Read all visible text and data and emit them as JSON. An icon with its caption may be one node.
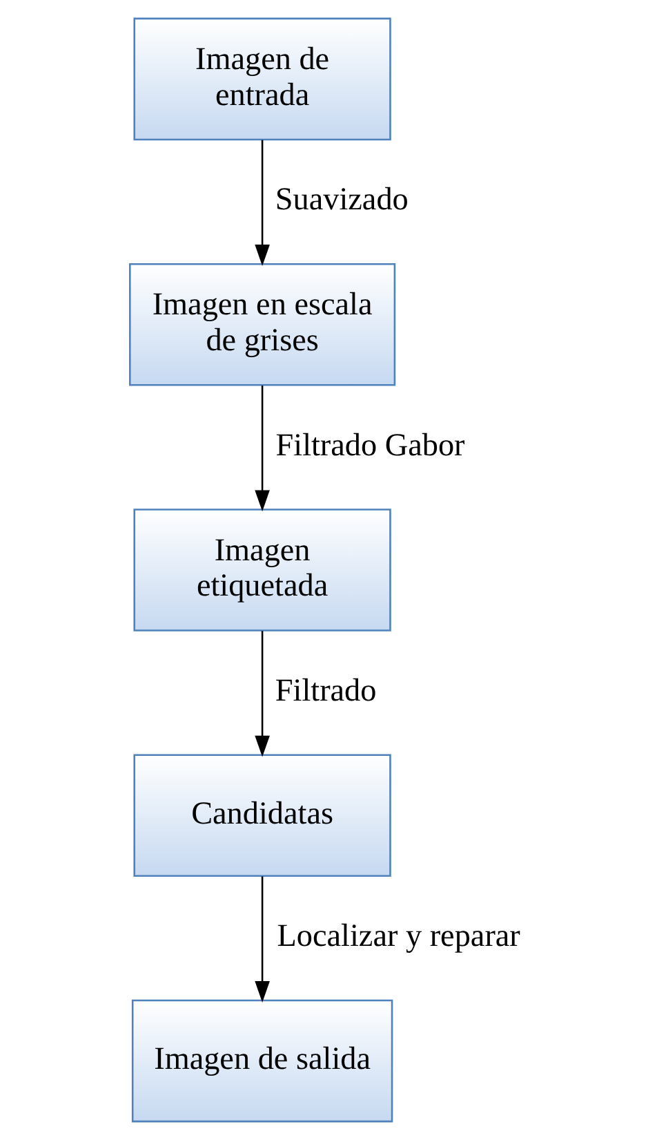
{
  "diagram": {
    "nodes": [
      {
        "text": [
          "Imagen de entrada"
        ]
      },
      {
        "text": [
          "Imagen en escala de grises"
        ]
      },
      {
        "text": [
          "Imagen etiquetada"
        ]
      },
      {
        "text": [
          "Candidatas"
        ]
      },
      {
        "text": [
          "Imagen de salida"
        ]
      }
    ],
    "edges": [
      {
        "from": 0,
        "to": 1,
        "arrow": "to",
        "label": "Suavizado"
      },
      {
        "from": 1,
        "to": 2,
        "arrow": "to",
        "label": "Filtrado Gabor"
      },
      {
        "from": 2,
        "to": 3,
        "arrow": "to",
        "label": "Filtrado"
      },
      {
        "from": 3,
        "to": 4,
        "arrow": "to",
        "label": "Localizar y reparar"
      }
    ]
  }
}
